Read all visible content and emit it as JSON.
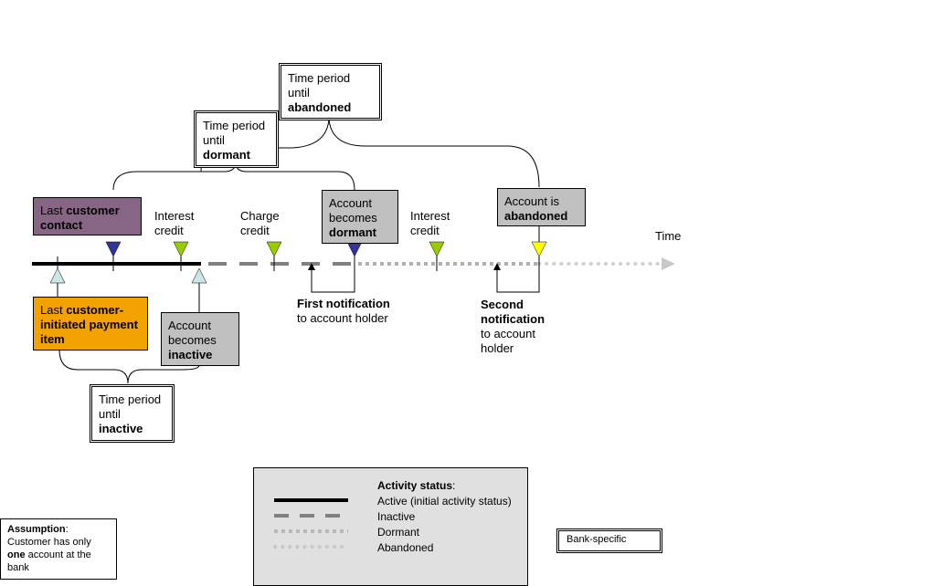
{
  "boxes": {
    "abandoned_period": {
      "pre": "Time period until",
      "bold": "abandoned"
    },
    "dormant_period": {
      "pre": "Time period until",
      "bold": "dormant"
    },
    "inactive_period": {
      "pre": "Time period until",
      "bold": "inactive"
    },
    "last_contact": {
      "pre": "Last",
      "bold": "customer contact"
    },
    "last_payment": {
      "pre": "Last",
      "bold1": "customer-",
      "bold2": "initiated payment item"
    },
    "becomes_inactive": {
      "pre": "Account becomes",
      "bold": "inactive"
    },
    "becomes_dormant": {
      "pre": "Account becomes",
      "bold": "dormant"
    },
    "is_abandoned": {
      "pre": "Account is",
      "bold": "abandoned"
    }
  },
  "labels": {
    "interest_credit_1": "Interest credit",
    "charge_credit": "Charge credit",
    "interest_credit_2": "Interest credit",
    "time": "Time",
    "first_notification": {
      "bold": "First notification",
      "rest": "to account holder"
    },
    "second_notification": {
      "bold": "Second notification",
      "rest": "to account holder"
    }
  },
  "legend": {
    "title": "Activity status",
    "title_suffix": ":",
    "items": [
      {
        "label": "Active (initial activity status)",
        "style": "solid",
        "color": "#000000"
      },
      {
        "label": "Inactive",
        "style": "dashed",
        "color": "#808080"
      },
      {
        "label": "Dormant",
        "style": "dotted",
        "color": "#b0b0b0"
      },
      {
        "label": "Abandoned",
        "style": "round-dotted",
        "color": "#c8c8c8"
      }
    ]
  },
  "assumption": {
    "bold": "Assumption",
    "colon": ":",
    "pre": "Customer has only",
    "bold2": "one",
    "post": "account at the bank"
  },
  "bank_specific": "Bank-specific",
  "colors": {
    "purple_box": "#876585",
    "orange_box": "#f2a201",
    "grey_box": "#c0c0c0",
    "marker_navy": "#333399",
    "marker_green": "#99cc00",
    "marker_yellow": "#ffff00",
    "marker_lightblue": "#cce6e6"
  }
}
